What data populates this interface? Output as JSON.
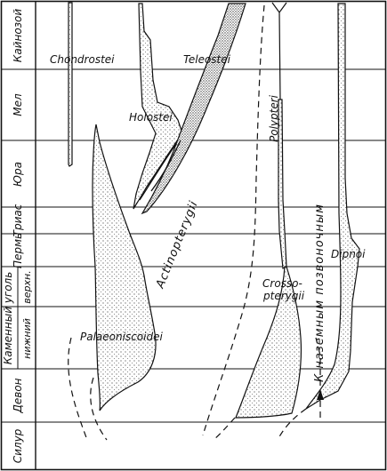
{
  "periods": [
    {
      "id": "cenozoic",
      "label": "Кайнозой"
    },
    {
      "id": "cretaceous",
      "label": "Мел"
    },
    {
      "id": "jurassic",
      "label": "Юра"
    },
    {
      "id": "triassic",
      "label": "Триас"
    },
    {
      "id": "permian",
      "label": "Пермь"
    },
    {
      "id": "carboniferous",
      "label": "Каменный уголь"
    },
    {
      "id": "devonian",
      "label": "Девон"
    },
    {
      "id": "silurian",
      "label": "Силур"
    }
  ],
  "subperiods": [
    {
      "id": "upper-carboniferous",
      "label": "верхн."
    },
    {
      "id": "lower-carboniferous",
      "label": "нижний"
    }
  ],
  "taxa": {
    "chondrostei": "Chondrostei",
    "teleostei": "Teleostei",
    "holostei": "Holostei",
    "actinopterygii": "Actinopterygii",
    "polypteri": "Polypteri",
    "palaeoniscoidei": "Palaeoniscoidei",
    "crossopterygii_line1": "Crosso-",
    "crossopterygii_line2": "pterygii",
    "dipnoi": "Dipnoi"
  },
  "annotation": "К наземным позвоночным",
  "colors": {
    "ink": "#111111",
    "stipple": "#555555"
  }
}
